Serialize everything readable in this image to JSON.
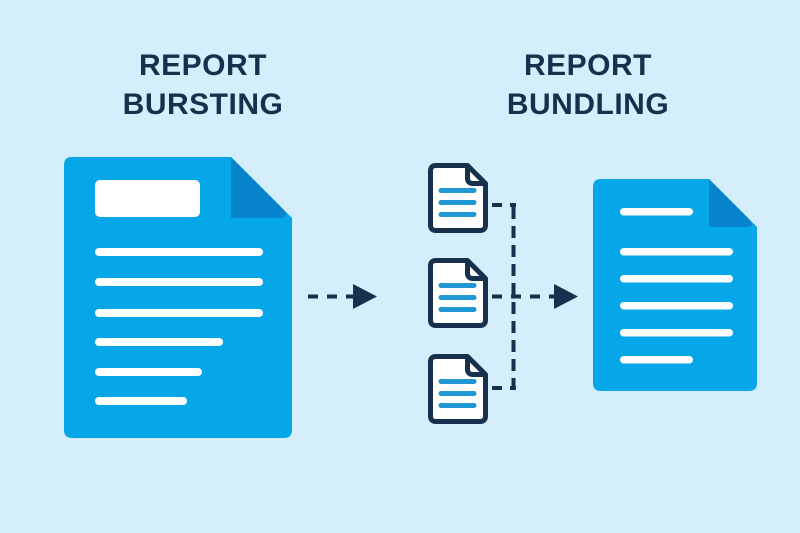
{
  "page": {
    "type": "infographic comparing report bursting and report bundling"
  },
  "colors": {
    "background": "#d4eefb",
    "doc_blue": "#06a7e8",
    "fold_blue": "#0884cd",
    "navy": "#16304e",
    "line_blue": "#1f97d4",
    "white": "#ffffff"
  },
  "bursting": {
    "title_line1": "REPORT",
    "title_line2": "BURSTING"
  },
  "bundling": {
    "title_line1": "REPORT",
    "title_line2": "BUNDLING"
  },
  "icons": {
    "bursting_source": "large-blue-document-icon",
    "bursting_flow": "dashed-arrow-icon",
    "burst_outputs": "small-outline-file-icon (x3)",
    "bundling_connectors": "dashed-connector-lines",
    "bundling_flow": "dashed-arrow-icon",
    "bundled_result": "large-blue-document-icon"
  }
}
